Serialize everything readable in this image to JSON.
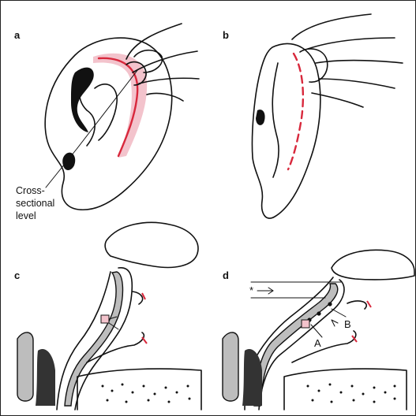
{
  "panels": {
    "a": {
      "label": "a",
      "caption_lines": [
        "Cross-",
        "sectional",
        "level"
      ]
    },
    "b": {
      "label": "b"
    },
    "c": {
      "label": "c"
    },
    "d": {
      "label": "d",
      "marker_star": "*",
      "label_A": "A",
      "label_B": "B"
    }
  },
  "colors": {
    "ink": "#111111",
    "incision_red": "#d8283c",
    "skin_pink": "#f3c3cc",
    "cartilage_fill": "#bdbdbd"
  }
}
